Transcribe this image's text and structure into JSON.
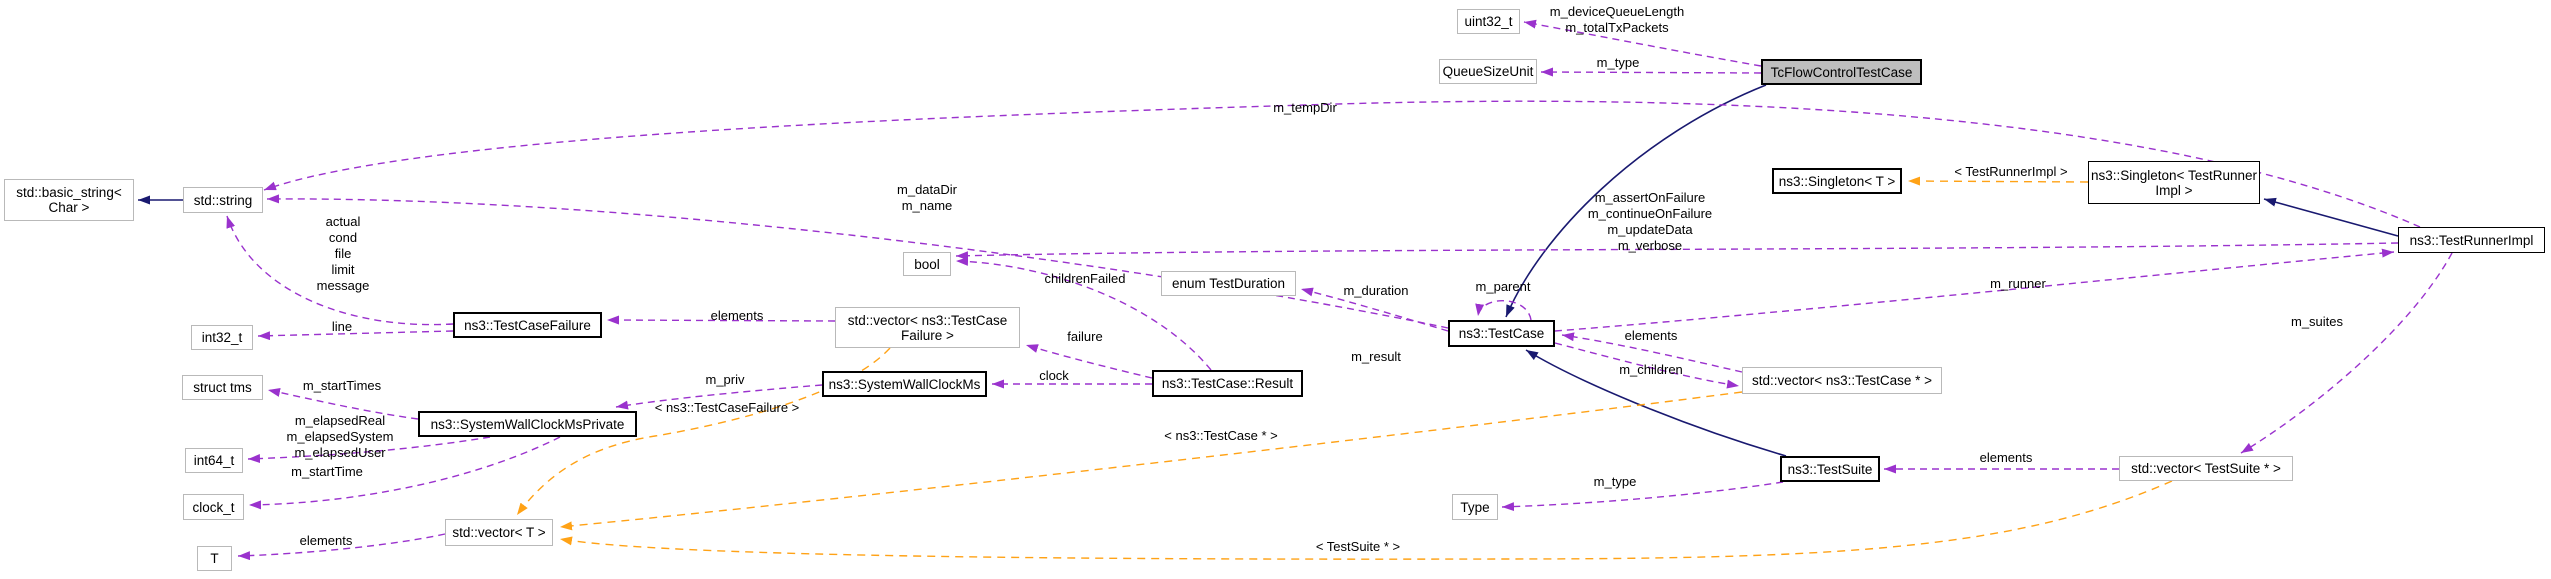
{
  "diagram": {
    "kind": "doxygen-collaboration-graph",
    "focus_class": "TcFlowControlTestCase"
  },
  "colors": {
    "inheritance_edge": "#191970",
    "usage_edge": "#9a32cd",
    "template_edge": "#ffa216",
    "focus_node_fill": "#bebebe",
    "external_node_border": "#b9b9b9",
    "documented_node_border": "#000000"
  },
  "nodes": [
    {
      "id": "std_basic_string",
      "label": "std::basic_string<\nChar >"
    },
    {
      "id": "std_string",
      "label": "std::string"
    },
    {
      "id": "uint32_t",
      "label": "uint32_t"
    },
    {
      "id": "queue_size_unit",
      "label": "QueueSizeUnit"
    },
    {
      "id": "tc_flow_control_test_case",
      "label": "TcFlowControlTestCase"
    },
    {
      "id": "singleton_t",
      "label": "ns3::Singleton< T >"
    },
    {
      "id": "singleton_test_runner_impl",
      "label": "ns3::Singleton< TestRunner\nImpl >"
    },
    {
      "id": "test_runner_impl",
      "label": "ns3::TestRunnerImpl"
    },
    {
      "id": "bool",
      "label": "bool"
    },
    {
      "id": "enum_test_duration",
      "label": "enum TestDuration"
    },
    {
      "id": "test_case",
      "label": "ns3::TestCase"
    },
    {
      "id": "vector_test_case_failure",
      "label": "std::vector< ns3::TestCase\nFailure >"
    },
    {
      "id": "test_case_failure",
      "label": "ns3::TestCaseFailure"
    },
    {
      "id": "int32_t",
      "label": "int32_t"
    },
    {
      "id": "struct_tms",
      "label": "struct tms"
    },
    {
      "id": "system_wall_clock_ms",
      "label": "ns3::SystemWallClockMs"
    },
    {
      "id": "test_case_result",
      "label": "ns3::TestCase::Result"
    },
    {
      "id": "system_wall_clock_ms_private",
      "label": "ns3::SystemWallClockMsPrivate"
    },
    {
      "id": "int64_t",
      "label": "int64_t"
    },
    {
      "id": "clock_t",
      "label": "clock_t"
    },
    {
      "id": "vector_t",
      "label": "std::vector< T >"
    },
    {
      "id": "t",
      "label": "T"
    },
    {
      "id": "vector_test_case_ptr",
      "label": "std::vector< ns3::TestCase * >"
    },
    {
      "id": "test_suite",
      "label": "ns3::TestSuite"
    },
    {
      "id": "type",
      "label": "Type"
    },
    {
      "id": "vector_test_suite_ptr",
      "label": "std::vector< TestSuite * >"
    }
  ],
  "edge_labels": [
    {
      "text": "m_deviceQueueLength\nm_totalTxPackets"
    },
    {
      "text": "m_type"
    },
    {
      "text": "m_tempDir"
    },
    {
      "text": "m_dataDir\nm_name"
    },
    {
      "text": "actual\ncond\nfile\nlimit\nmessage"
    },
    {
      "text": "< TestRunnerImpl >"
    },
    {
      "text": "m_assertOnFailure\nm_continueOnFailure\nm_updateData\nm_verbose"
    },
    {
      "text": "childrenFailed"
    },
    {
      "text": "m_duration"
    },
    {
      "text": "m_parent"
    },
    {
      "text": "m_runner"
    },
    {
      "text": "elements"
    },
    {
      "text": "m_children"
    },
    {
      "text": "m_suites"
    },
    {
      "text": "line"
    },
    {
      "text": "elements"
    },
    {
      "text": "failure"
    },
    {
      "text": "m_result"
    },
    {
      "text": "clock"
    },
    {
      "text": "m_startTimes"
    },
    {
      "text": "m_priv"
    },
    {
      "text": "< ns3::TestCaseFailure >"
    },
    {
      "text": "m_elapsedReal\nm_elapsedSystem\nm_elapsedUser"
    },
    {
      "text": "m_startTime"
    },
    {
      "text": "elements"
    },
    {
      "text": "< ns3::TestCase * >"
    },
    {
      "text": "m_type"
    },
    {
      "text": "< TestSuite * >"
    },
    {
      "text": "elements"
    }
  ]
}
